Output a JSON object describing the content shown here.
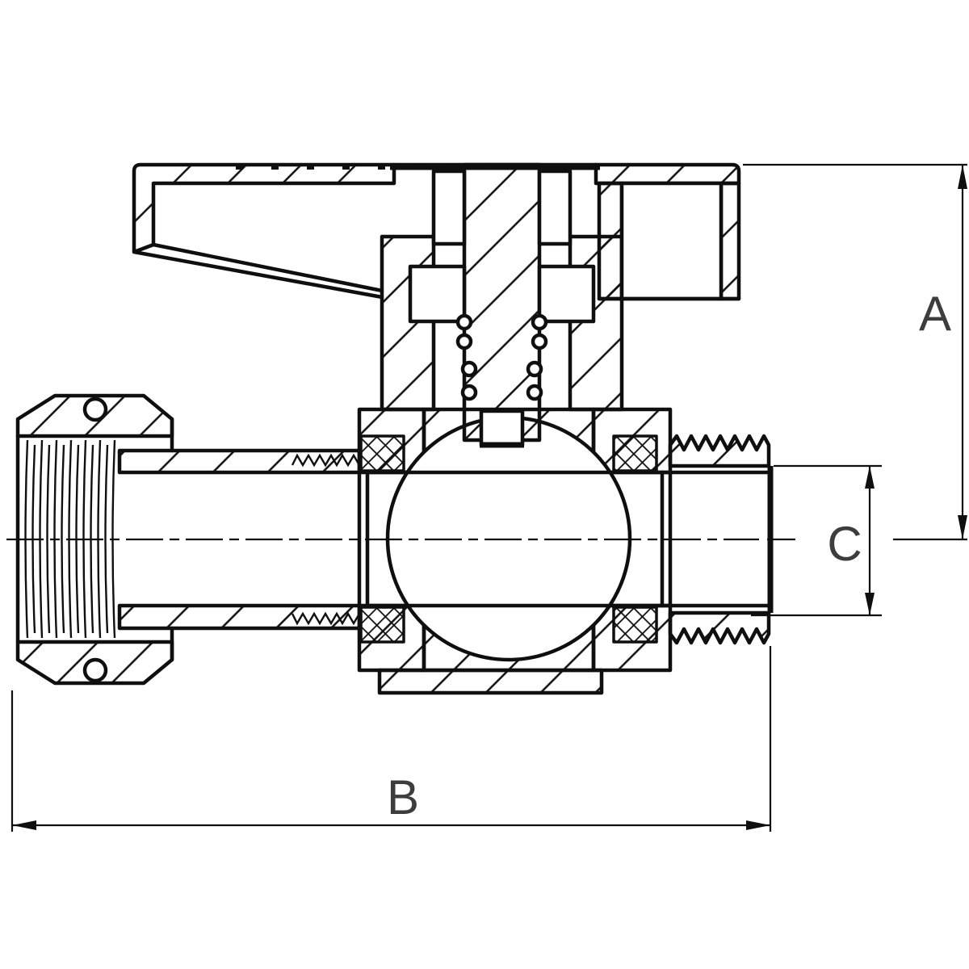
{
  "drawing": {
    "dimension_labels": {
      "a": "A",
      "b": "B",
      "c": "C"
    },
    "colors": {
      "line": "#0f0f0f",
      "background": "#ffffff",
      "label": "#3d3d3d"
    }
  }
}
